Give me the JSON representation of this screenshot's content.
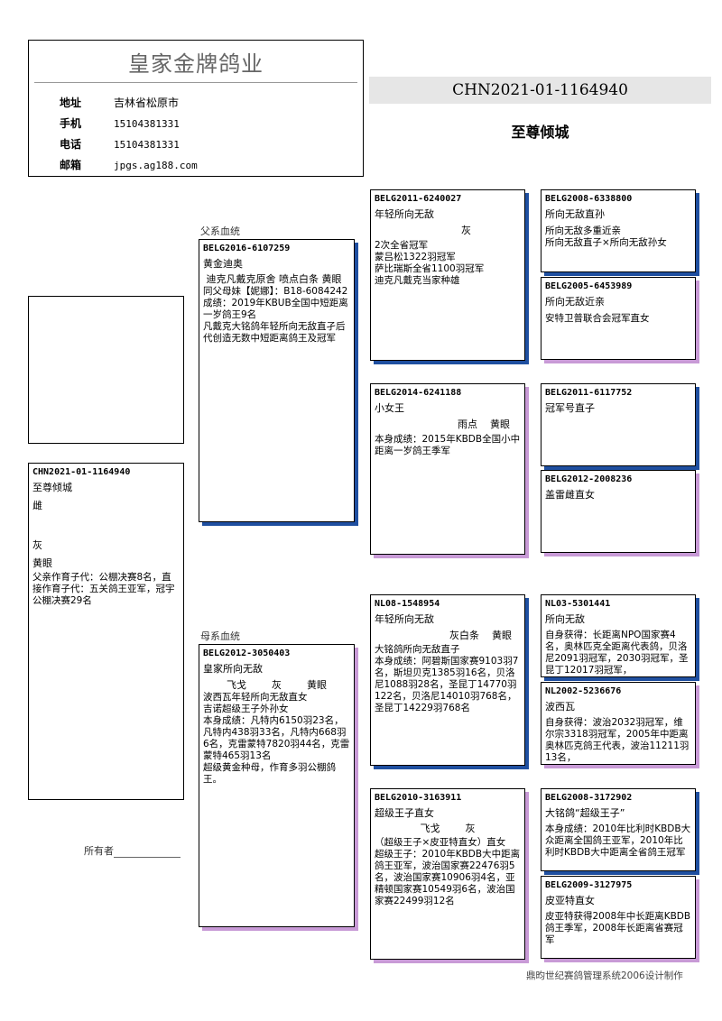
{
  "loft": {
    "name": "皇家金牌鸽业",
    "address_label": "地址",
    "address": "吉林省松原市",
    "mobile_label": "手机",
    "mobile": "15104381331",
    "phone_label": "电话",
    "phone": "15104381331",
    "email_label": "邮箱",
    "email": "jpgs.ag188.com"
  },
  "subject": {
    "ring": "CHN2021-01-1164940",
    "name": "至尊倾城",
    "card": {
      "ring": "CHN2021-01-1164940",
      "name": "至尊倾城",
      "sex": "雌",
      "color": "灰",
      "eye": "黄眼",
      "note": "父亲作育子代：公棚决赛8名，直接作育子代：五关鸽王亚军，冠宇公棚决赛29名"
    }
  },
  "labels": {
    "sire_line": "父系血统",
    "dam_line": "母系血统",
    "owner": "所有者",
    "footer": "鼎昀世纪赛鸽管理系统2006设计制作"
  },
  "sire": {
    "ring": "BELG2016-6107259",
    "name": "黄金迪奥",
    "line1": " 迪克凡戴克原舍 喷点白条 黄眼",
    "note": "同父母妹【妮娜】：B18-6084242成绩：2019年KBUB全国中短距离一岁鸽王9名\n凡戴克大铭鸽年轻所向无敌直孑后代创造无数中短距离鸽王及冠军"
  },
  "dam": {
    "ring": "BELG2012-3050403",
    "name": "皇家所向无敌",
    "attrs": "飞戈        灰        黄眼",
    "note": "波西瓦年轻所向无敌直女\n吉诺超级王子外孙女\n本身成绩：凡特内6150羽23名，凡特内438羽33名，凡特内668羽6名，克雷蒙特7820羽44名，克雷蒙特465羽13名\n超级黄金种母，作育多羽公棚鸽王。"
  },
  "ss": {
    "ring": "BELG2011-6240027",
    "name": "年轻所向无敌",
    "color": "灰",
    "note": "2次全省冠军\n蒙吕松1322羽冠军\n萨比瑞斯全省1100羽冠军\n迪克凡戴克当家种雄"
  },
  "sd": {
    "ring": "BELG2014-6241188",
    "name": "小女王",
    "attrs": "雨点    黄眼",
    "note": "本身成绩：2015年KBDB全国小中距离一岁鸽王季军"
  },
  "ds": {
    "ring": "NL08-1548954",
    "name": "年轻所向无敌",
    "attrs": "灰白条    黄眼",
    "note": "大铭鸽所向无敌直子\n本身成绩：阿碧斯国家赛9103羽7名，斯坦贝克1385羽16名，贝洛尼1088羽28名，圣昆丁14770羽122名，贝洛尼14010羽768名，圣昆丁14229羽768名"
  },
  "dd": {
    "ring": "BELG2010-3163911",
    "name": "超级王子直女",
    "attrs": "飞戈        灰",
    "note": "（超级王子×皮亚特直女）直女\n超级王子：2010年KBDB大中距离鸽王亚军，波治国家赛22476羽5名，波治国家赛10906羽4名，亚精顿国家赛10549羽6名，波治国家赛22499羽12名"
  },
  "sss": {
    "ring": "BELG2008-6338800",
    "name": "所向无敌直孙",
    "note": "所向无敌多重近亲\n所向无敌直子×所向无敌孙女"
  },
  "ssd": {
    "ring": "BELG2005-6453989",
    "name": "所向无敌近亲",
    "note": "安特卫普联合会冠军直女"
  },
  "sds": {
    "ring": "BELG2011-6117752",
    "name": "冠军号直子",
    "note": ""
  },
  "sdd": {
    "ring": "BELG2012-2008236",
    "name": "盖雷雌直女",
    "note": ""
  },
  "dss": {
    "ring": "NL03-5301441",
    "name": "所向无敌",
    "note": "自身获得：长距离NPO国家赛4名，奥林匹克全距离代表鸽，贝洛尼2091羽冠军，2030羽冠军，圣昆丁12017羽冠军，"
  },
  "dsd": {
    "ring": "NL2002-5236676",
    "name": "波西瓦",
    "note": "自身获得：波治2032羽冠军，维尔宗3318羽冠军，2005年中距离奥林匹克鸽王代表，波治11211羽13名，"
  },
  "dds": {
    "ring": "BELG2008-3172902",
    "name": "大铭鸽“超级王子”",
    "note": "本身成绩：2010年比利时KBDB大众距离全国鸽王亚军，2010年比利时KBDB大中距离全省鸽王冠军"
  },
  "ddd": {
    "ring": "BELG2009-3127975",
    "name": "皮亚特直女",
    "note": "皮亚特获得2008年中长距离KBDB鸽王季军，2008年长距离省赛冠军"
  }
}
